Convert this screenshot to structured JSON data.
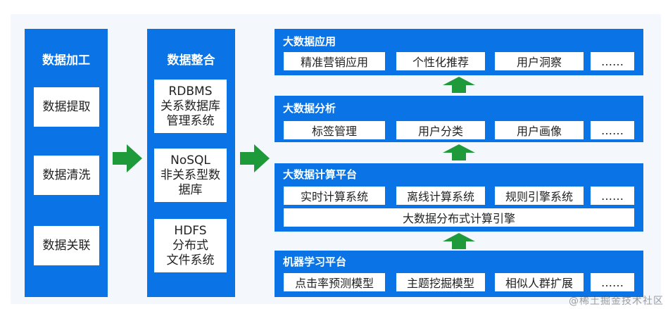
{
  "processing": {
    "title": "数据加工",
    "items": [
      "数据提取",
      "数据清洗",
      "数据关联"
    ]
  },
  "integration": {
    "title": "数据整合",
    "items": [
      "RDBMS\n关系数据库\n管理系统",
      "NoSQL\n非关系型数\n据库",
      "HDFS\n分布式\n文件系统"
    ]
  },
  "layers": [
    {
      "title": "大数据应用",
      "cells": [
        "精准营销应用",
        "个性化推荐",
        "用户洞察",
        "……"
      ]
    },
    {
      "title": "大数据分析",
      "cells": [
        "标签管理",
        "用户分类",
        "用户画像",
        "……"
      ]
    },
    {
      "title": "大数据计算平台",
      "cells": [
        "实时计算系统",
        "离线计算系统",
        "规则引擎系统",
        "……"
      ],
      "footer": "大数据分布式计算引擎"
    },
    {
      "title": "机器学习平台",
      "cells": [
        "点击率预测模型",
        "主题挖掘模型",
        "相似人群扩展",
        "……"
      ]
    }
  ],
  "watermark": "@稀土掘金技术社区",
  "colors": {
    "panel": "#0a74e6",
    "arrow": "#1f9a3a"
  }
}
